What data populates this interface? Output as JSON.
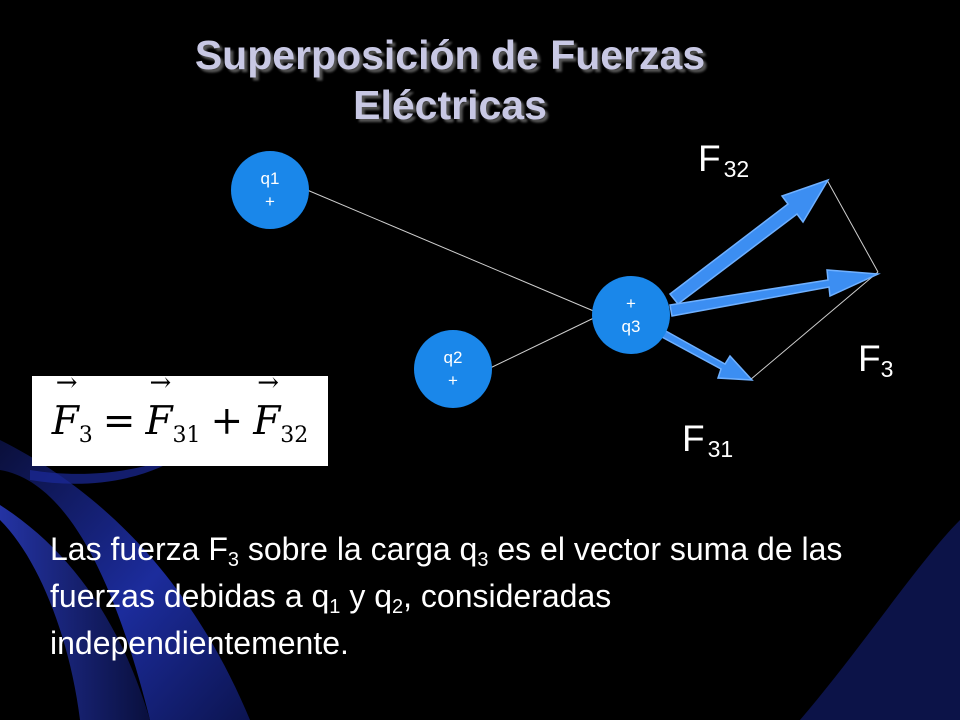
{
  "title": {
    "line1": "Superposición de Fuerzas",
    "line2": "Eléctricas"
  },
  "charges": {
    "q1": {
      "name": "q1",
      "sign": "+"
    },
    "q2": {
      "name": "q2",
      "sign": "+"
    },
    "q3": {
      "sign": "+",
      "name": "q3"
    }
  },
  "forces": {
    "f32": {
      "base": "F",
      "sub": "32"
    },
    "f31": {
      "base": "F",
      "sub": "31"
    },
    "f3": {
      "base": "F",
      "sub": "3"
    }
  },
  "formula": {
    "lhs": "F",
    "lhs_sub": "3",
    "eq": "=",
    "t1": "F",
    "t1_sub": "31",
    "plus": "+",
    "t2": "F",
    "t2_sub": "32"
  },
  "body": {
    "s1": "Las fuerza F",
    "s1_sub": "3",
    "s2": " sobre la carga q",
    "s2_sub": "3",
    "s3": " es el vector suma de las fuerzas debidas a q",
    "s3_sub": "1",
    "s4": " y q",
    "s4_sub": "2",
    "s5": ", consideradas independientemente."
  },
  "colors": {
    "background": "#000000",
    "title": "#c8c8e4",
    "charge": "#1a87ea",
    "arrow": "#3c8ef2",
    "swoosh": "#1c2c9c"
  }
}
